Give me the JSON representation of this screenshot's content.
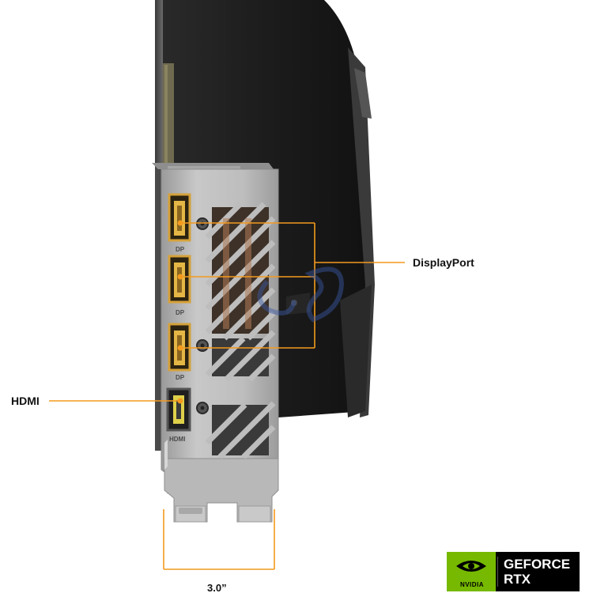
{
  "labels": {
    "displayport": "DisplayPort",
    "hdmi": "HDMI",
    "width": "3.0”"
  },
  "badge": {
    "brand": "NVIDIA",
    "title": "GEFORCE",
    "subtitle": "RTX"
  },
  "ports": {
    "dp_label": "DP",
    "hdmi_label": "HDMI"
  },
  "colors": {
    "callout": "#f39a1e",
    "nvidia_green": "#76b900",
    "bracket": "#b9b9b9",
    "shroud": "#1e1e1e"
  }
}
